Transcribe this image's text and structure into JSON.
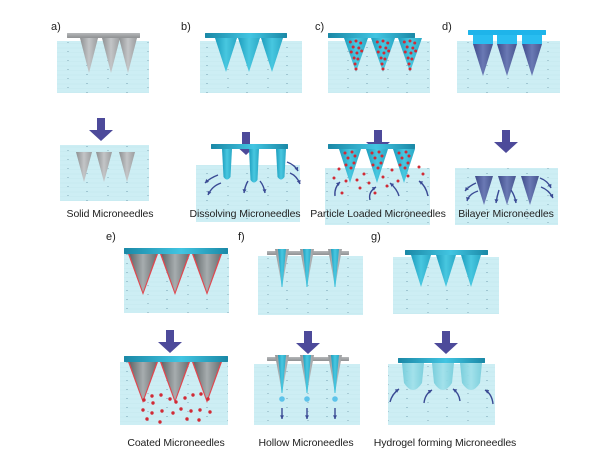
{
  "figure": {
    "title": "Types of microneedles and drug delivery mechanisms",
    "panels": [
      {
        "id": "a",
        "label": "a)",
        "caption": "Solid Microneedles",
        "needle_type": "solid",
        "needle_color": "#a9abad",
        "plate_color": "#9c9ea0"
      },
      {
        "id": "b",
        "label": "b)",
        "caption": "Dissolving Microneedles",
        "needle_type": "dissolving",
        "needle_color": "#2fb4cf",
        "plate_color": "#1f93b0"
      },
      {
        "id": "c",
        "label": "c)",
        "caption": "Particle Loaded Microneedles",
        "needle_type": "particle-loaded",
        "needle_color": "#36b8d2",
        "plate_color": "#1f93b0",
        "particle_color": "#d12a35"
      },
      {
        "id": "d",
        "label": "d)",
        "caption": "Bilayer Microneedles",
        "needle_type": "bilayer",
        "needle_color": "#4f5d9c",
        "plate_color": "#1eb4ea"
      },
      {
        "id": "e",
        "label": "e)",
        "caption": "Coated Microneedles",
        "needle_type": "coated",
        "needle_color": "#7d8486",
        "plate_color": "#1f93b0",
        "coating_color": "#e0474f",
        "particle_color": "#d12a35"
      },
      {
        "id": "f",
        "label": "f)",
        "caption": "Hollow Microneedles",
        "needle_type": "hollow",
        "needle_color": "#b9bcbe",
        "plate_color": "#9c9ea0",
        "lumen_color": "#2fb4cf"
      },
      {
        "id": "g",
        "label": "g)",
        "caption": "Hydrogel forming Microneedles",
        "needle_type": "hydrogel-forming",
        "needle_color": "#3cbcd4",
        "plate_color": "#1f93b0",
        "swollen_color": "#7fd2de"
      }
    ],
    "colors": {
      "skin": "#cdeef4",
      "skin_lines": "#b4dde7",
      "press_arrow": "#4d4a9a",
      "flow_arrow": "#3a4a94"
    }
  }
}
